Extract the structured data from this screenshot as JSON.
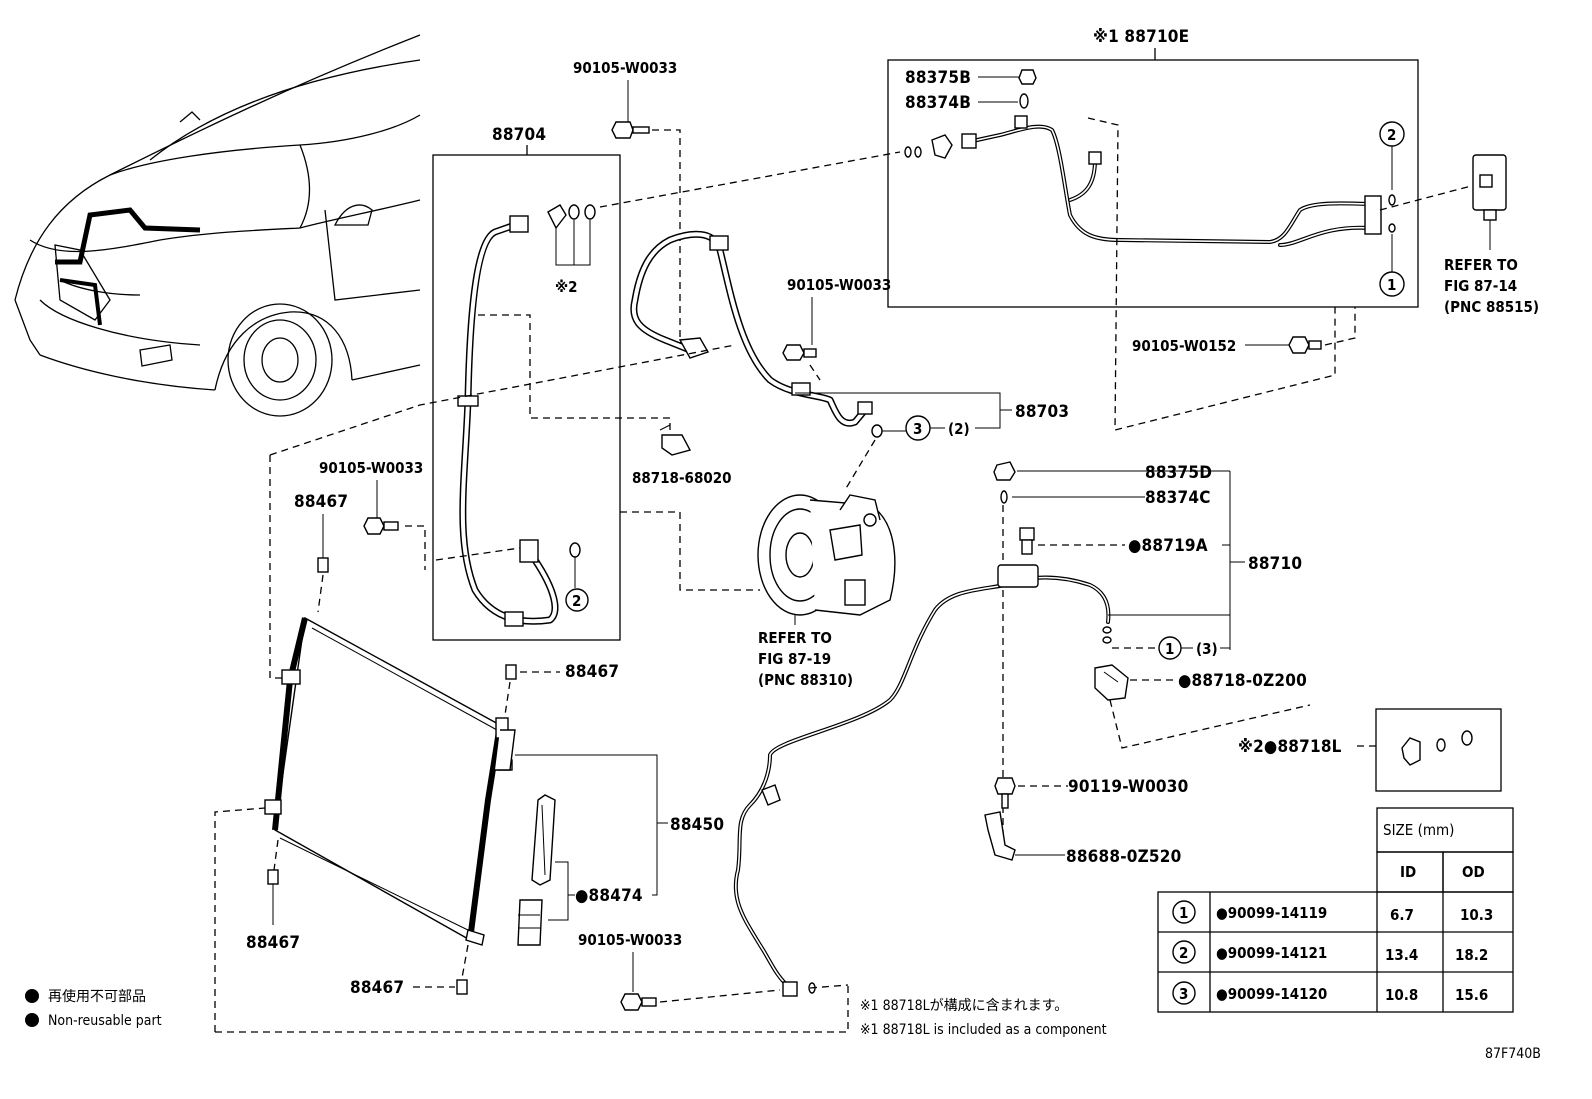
{
  "labels": {
    "p90105_top": "90105-W0033",
    "p88704": "88704",
    "ref_star2": "※2",
    "p90105_mid": "90105-W0033",
    "p88703": "88703",
    "p88703_qty": "(2)",
    "p88718_68020": "88718-68020",
    "p90105_left": "90105-W0033",
    "p88467_a": "88467",
    "p88467_b": "88467",
    "p88467_c": "88467",
    "p88467_d": "88467",
    "p88450": "88450",
    "p88474": "●88474",
    "p90105_bottom": "90105-W0033",
    "refer_comp_1": "REFER TO",
    "refer_comp_2": "FIG 87-19",
    "refer_comp_3": "(PNC 88310)",
    "p88710E": "※1 88710E",
    "p88375B": "88375B",
    "p88374B": "88374B",
    "refer_exp_1": "REFER TO",
    "refer_exp_2": "FIG 87-14",
    "refer_exp_3": "(PNC 88515)",
    "p90105_w0152": "90105-W0152",
    "p88375D": "88375D",
    "p88374C": "88374C",
    "p88719A": "●88719A",
    "p88710": "88710",
    "p88710_qty": "(3)",
    "p88718_02200": "●88718-0Z200",
    "p88718L": "※2●88718L",
    "p90119": "90119-W0030",
    "p88688": "88688-0Z520",
    "circle_1": "1",
    "circle_2": "2",
    "circle_3": "3"
  },
  "size_table": {
    "title": "SIZE (mm)",
    "col_id": "ID",
    "col_od": "OD",
    "rows": [
      {
        "num": "1",
        "part": "●90099-14119",
        "id": "6.7",
        "od": "10.3"
      },
      {
        "num": "2",
        "part": "●90099-14121",
        "id": "13.4",
        "od": "18.2"
      },
      {
        "num": "3",
        "part": "●90099-14120",
        "id": "10.8",
        "od": "15.6"
      }
    ]
  },
  "legend": {
    "jp": "再使用不可部品",
    "en": "Non-reusable part"
  },
  "notes": {
    "jp": "※1 88718Lが構成に含まれます。",
    "en": "※1 88718L is included as a component"
  },
  "figure_id": "87F740B"
}
